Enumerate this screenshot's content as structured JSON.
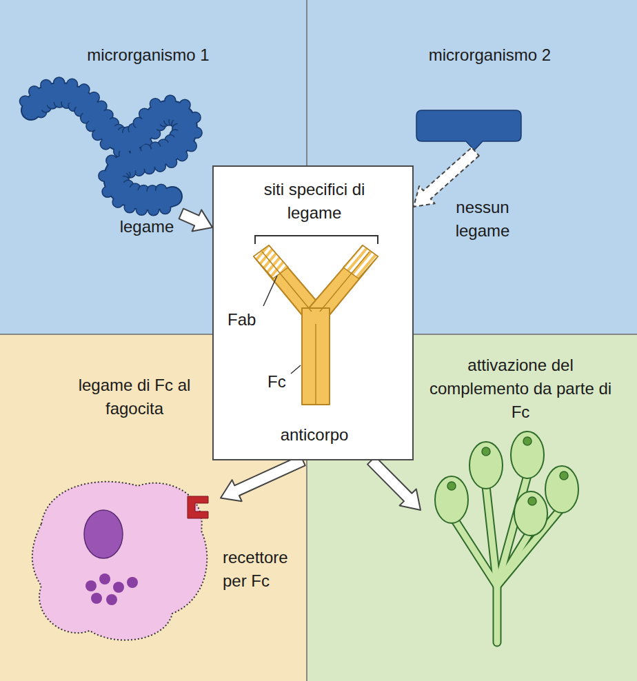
{
  "diagram": {
    "nodes": [
      {
        "text": [
          "microrganismo 1"
        ]
      },
      {
        "text": [
          "microrganismo 2"
        ]
      },
      {
        "text": [
          "siti specifici di legame",
          "Fab",
          "Fc",
          "anticorpo"
        ]
      },
      {
        "text": [
          "legame di Fc al fagocita",
          "recettore per Fc"
        ]
      },
      {
        "text": [
          "attivazione del complemento da parte di Fc"
        ]
      }
    ],
    "edges": [
      {
        "from": 0,
        "to": 2,
        "label": "legame",
        "arrow": "to"
      },
      {
        "from": 1,
        "to": 2,
        "label": "nessun legame",
        "arrow": "to"
      },
      {
        "from": 2,
        "to": 3,
        "arrow": "to"
      },
      {
        "from": 2,
        "to": 4,
        "arrow": "to"
      }
    ]
  }
}
